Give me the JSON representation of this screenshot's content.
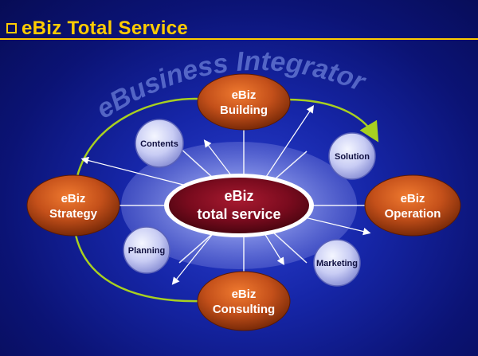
{
  "title": "eBiz Total Service",
  "arc_label": "eBusiness Integrator",
  "center": {
    "line1": "eBiz",
    "line2": "total service"
  },
  "nodes": {
    "building": {
      "line1": "eBiz",
      "line2": "Building"
    },
    "strategy": {
      "line1": "eBiz",
      "line2": "Strategy"
    },
    "operation": {
      "line1": "eBiz",
      "line2": "Operation"
    },
    "consulting": {
      "line1": "eBiz",
      "line2": "Consulting"
    }
  },
  "satellites": {
    "contents": "Contents",
    "solution": "Solution",
    "planning": "Planning",
    "marketing": "Marketing"
  },
  "colors": {
    "title": "#ffcc00",
    "node": "#c4501a",
    "center": "#7a0b1e",
    "arrow": "#a8d020",
    "satellite": "#c8ccf4"
  }
}
